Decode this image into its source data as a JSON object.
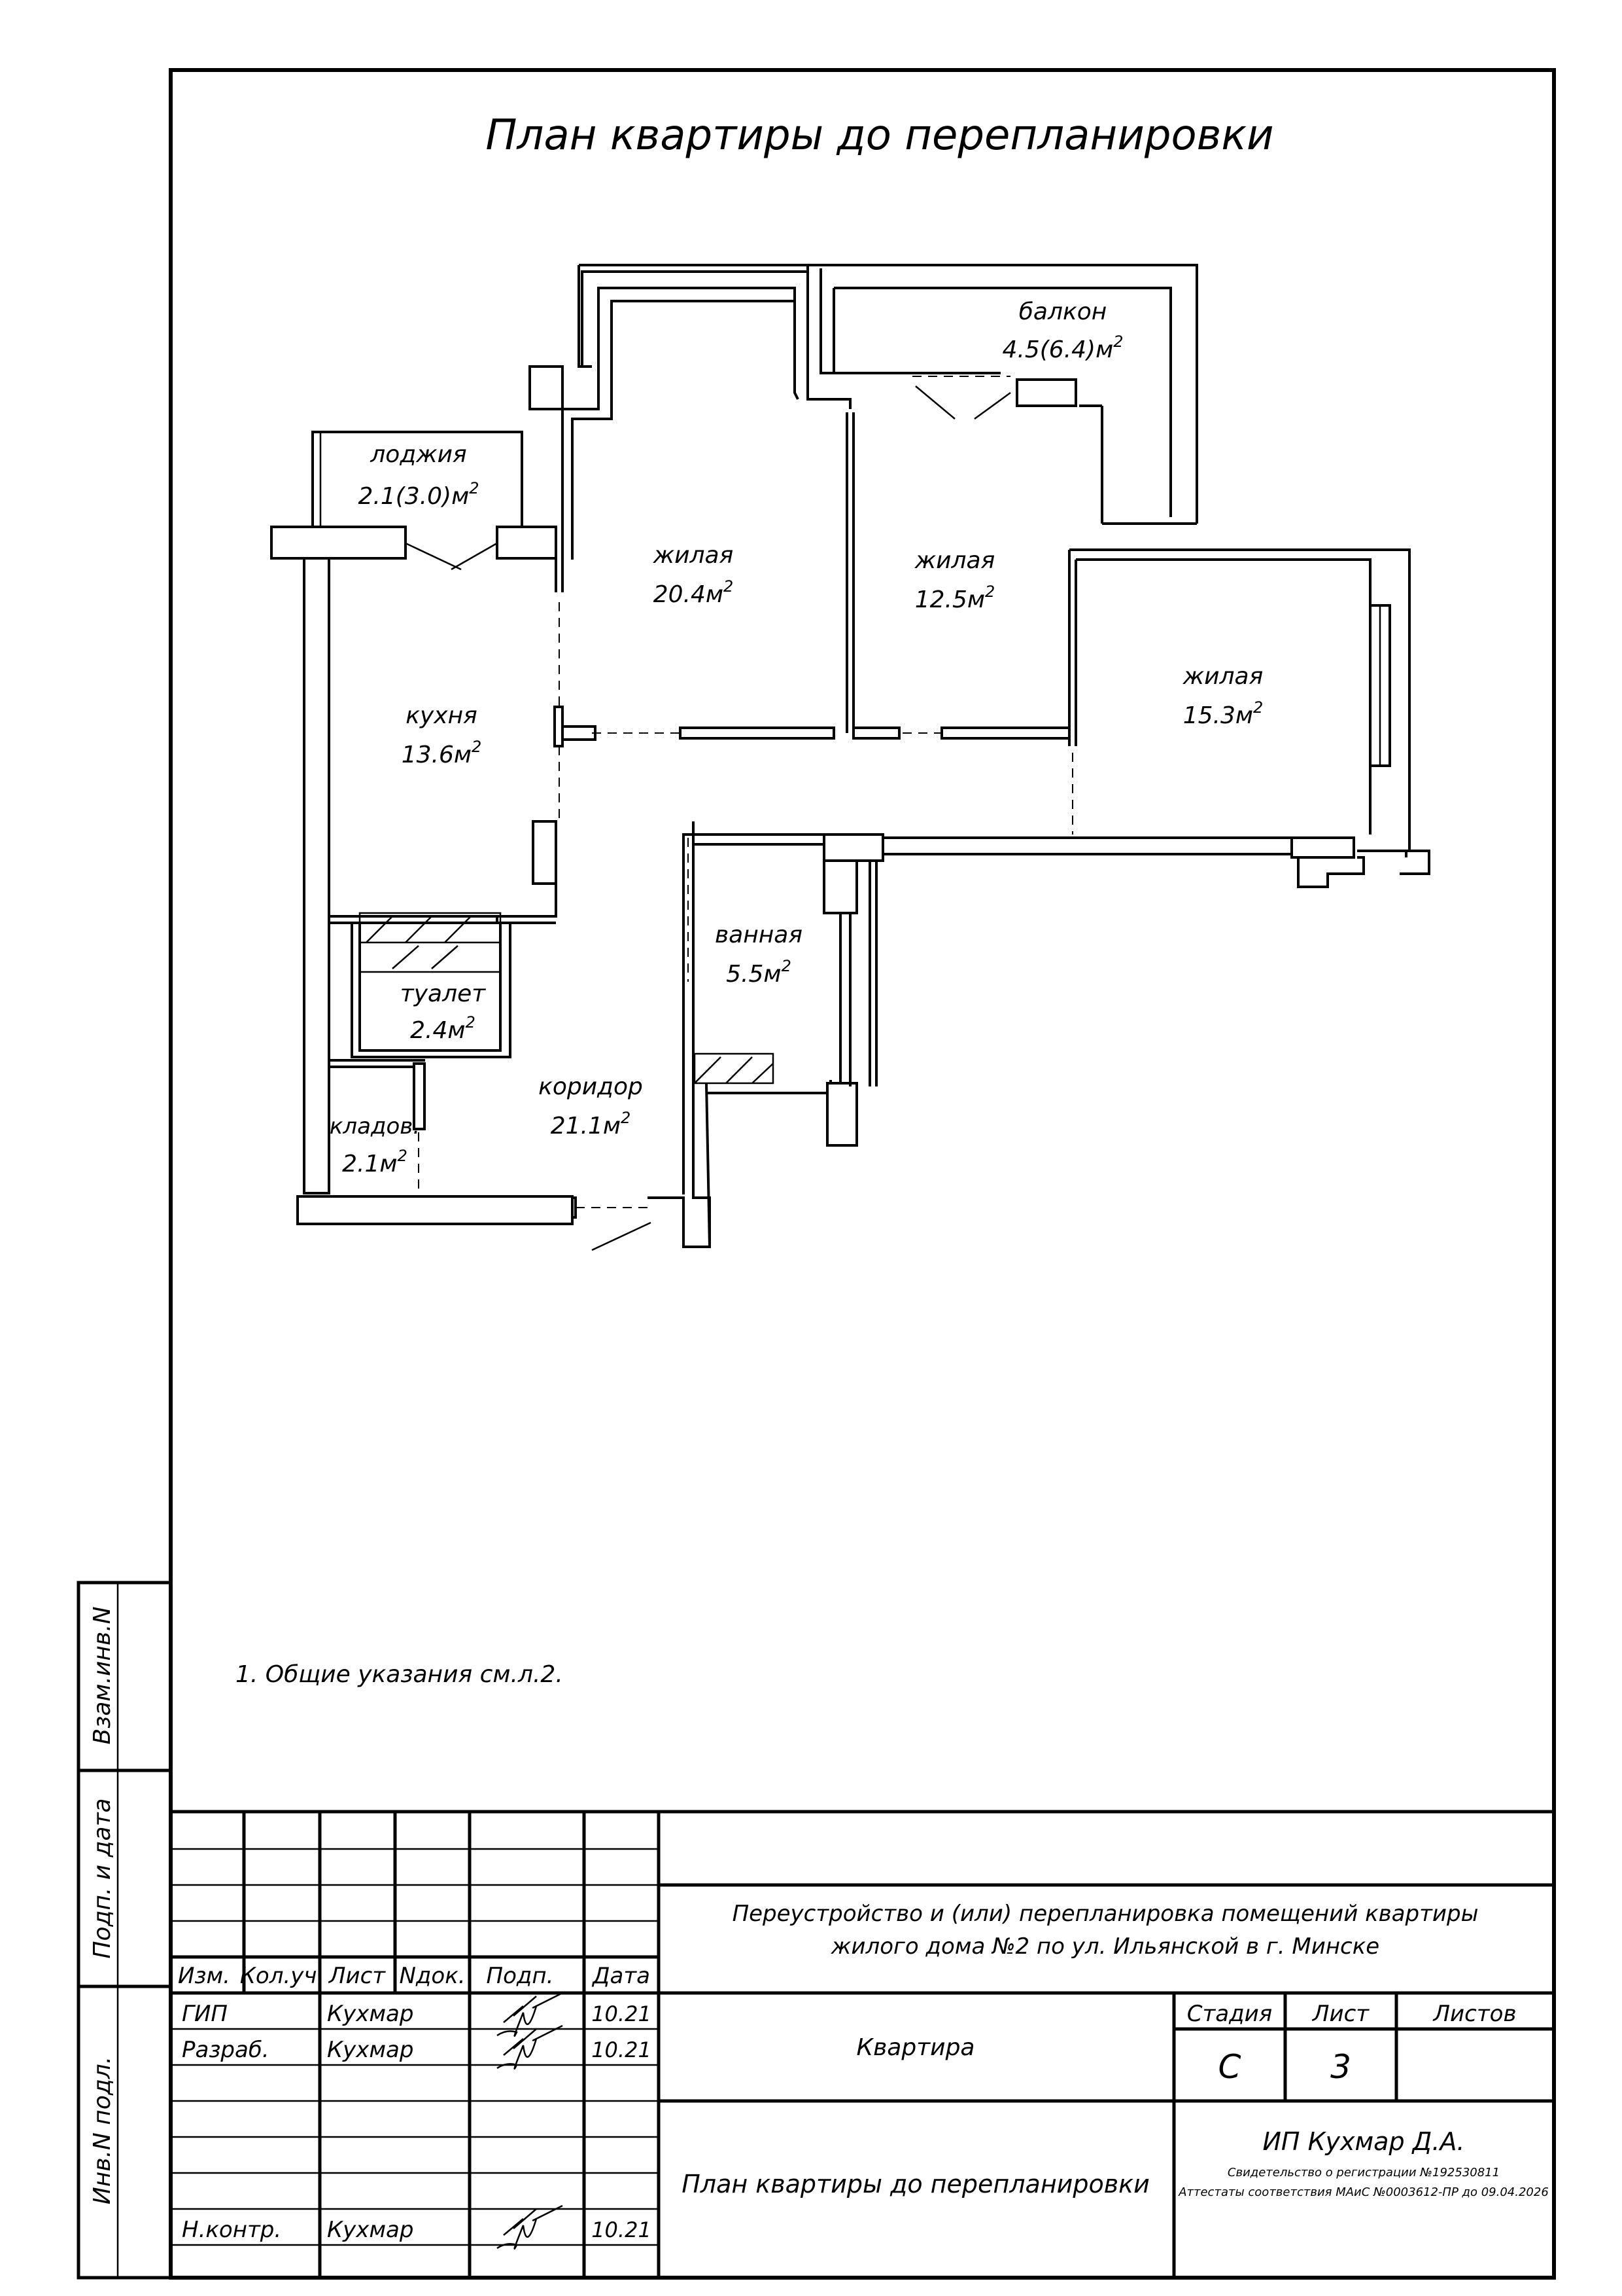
{
  "sheet": {
    "title": "План квартиры до перепланировки",
    "note": "1. Общие указания см.л.2."
  },
  "rooms": {
    "loggia": {
      "name": "лоджия",
      "area": "2.1(3.0)м"
    },
    "balcony": {
      "name": "балкон",
      "area": "4.5(6.4)м"
    },
    "living1": {
      "name": "жилая",
      "area": "20.4м"
    },
    "living2": {
      "name": "жилая",
      "area": "12.5м"
    },
    "living3": {
      "name": "жилая",
      "area": "15.3м"
    },
    "kitchen": {
      "name": "кухня",
      "area": "13.6м"
    },
    "bath": {
      "name": "ванная",
      "area": "5.5м"
    },
    "toilet": {
      "name": "туалет",
      "area": "2.4м"
    },
    "corridor": {
      "name": "коридор",
      "area": "21.1м"
    },
    "storage": {
      "name": "кладов.",
      "area": "2.1м"
    },
    "sup": "2"
  },
  "side_stamp": {
    "vzam": "Взам.инв.N",
    "podp": "Подп. и дата",
    "inv": "Инв.N подл."
  },
  "title_block": {
    "headers": [
      "Изм.",
      "Кол.уч.",
      "Лист",
      "Nдок.",
      "Подп.",
      "Дата"
    ],
    "rows": [
      {
        "role": "ГИП",
        "name": "Кухмар",
        "date": "10.21"
      },
      {
        "role": "Разраб.",
        "name": "Кухмар",
        "date": "10.21"
      },
      {
        "role": "Н.контр.",
        "name": "Кухмар",
        "date": "10.21"
      }
    ],
    "project_line1": "Переустройство и (или) перепланировка помещений квартиры",
    "project_line2": "жилого дома №2 по ул. Ильянской в г. Минске",
    "object": "Квартира",
    "stage_label": "Стадия",
    "sheet_label": "Лист",
    "sheets_label": "Листов",
    "stage": "С",
    "sheet_no": "3",
    "drawing": "План квартиры до перепланировки",
    "company": "ИП Кухмар Д.А.",
    "cert1": "Свидетельство о регистрации №192530811",
    "cert2": "Аттестаты соответствия МАиС №0003612-ПР до 09.04.2026"
  }
}
